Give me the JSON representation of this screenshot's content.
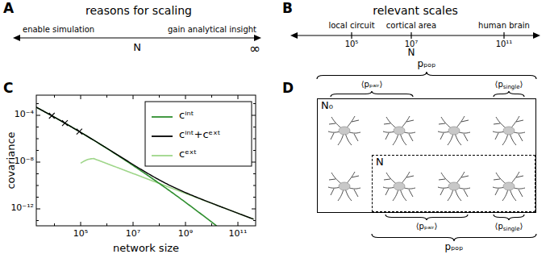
{
  "diagram": {
    "nodes": [
      {
        "text": [
          "N₀"
        ]
      },
      {
        "text": [
          "N"
        ],
        "in": 0
      }
    ],
    "labels": [
      "A",
      "reasons for scaling",
      "enable simulation",
      "gain analytical insight",
      "N",
      "∞",
      "B",
      "relevant scales",
      "local circuit",
      "cortical area",
      "human brain",
      "10⁵",
      "10⁷",
      "10¹¹",
      "N",
      "C",
      "10⁻⁴",
      "10⁻⁸",
      "10⁻¹²",
      "10⁵",
      "10⁷",
      "10⁹",
      "10¹¹",
      "covariance",
      "network size",
      "D",
      "pₚₒₚ",
      "⟨pₚₐᵢᵣ⟩",
      "⟨p",
      "single",
      "⟩",
      "⟨pₚₐᵢᵣ⟩",
      "⟨p",
      "single",
      "⟩",
      "pₚₒₚ"
    ],
    "legend": [
      {
        "text": "cⁱⁿᵗ"
      },
      {
        "text": "cⁱⁿᵗ+cᵉˣᵗ"
      },
      {
        "text": "cᵉˣᵗ"
      }
    ]
  }
}
